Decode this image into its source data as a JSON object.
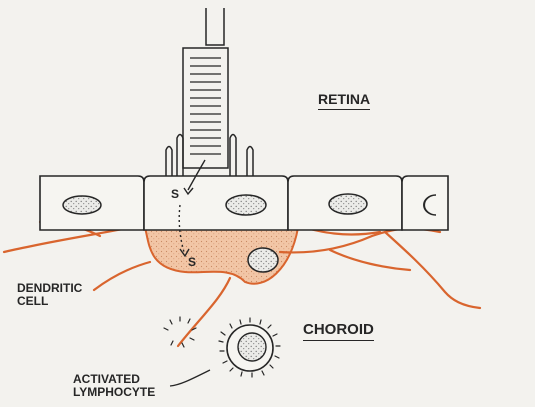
{
  "labels": {
    "retina": "RETINA",
    "choroid": "CHOROID",
    "dendritic_line1": "DENDRITIC",
    "dendritic_line2": "CELL",
    "lymph_line1": "ACTIVATED",
    "lymph_line2": "LYMPHOCYTE",
    "s_top": "S",
    "s_bottom": "S"
  },
  "colors": {
    "background": "#f3f2ee",
    "ink": "#262626",
    "dendritic": "#d9652e",
    "dendritic_fill": "#f2c6a6",
    "nucleus_fill": "#cfd0cf"
  }
}
